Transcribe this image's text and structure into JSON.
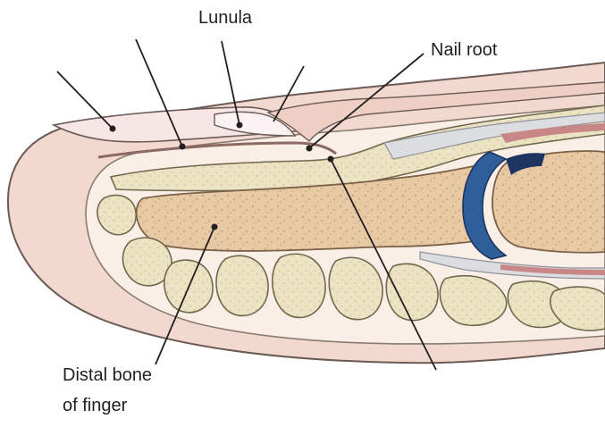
{
  "labels": {
    "lunula": "Lunula",
    "nail_root": "Nail root",
    "distal_bone_line1": "Distal bone",
    "distal_bone_line2": "of finger"
  },
  "colors": {
    "skin": "#f2d9cf",
    "skin_outline": "#6b5a55",
    "nail_plate": "#f7e6e6",
    "dermis": "#f9efe6",
    "bone": "#e7c9a4",
    "bone_speckle": "#cfa77a",
    "fat_lobule": "#ebe3c4",
    "fat_outline": "#6f6a4e",
    "tendon": "#dcdde0",
    "joint_cartilage": "#2f5f9a",
    "joint_dark": "#1d3560",
    "ligament_red": "#c98686",
    "leader_line": "#231f20"
  }
}
